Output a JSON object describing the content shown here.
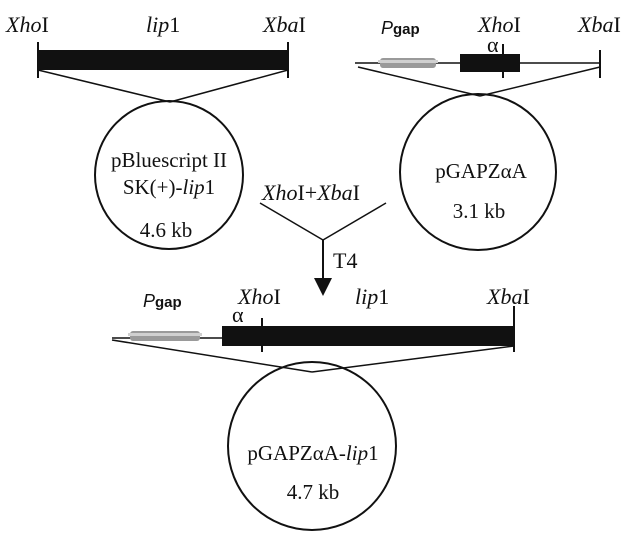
{
  "colors": {
    "ink": "#111111",
    "gray_feature": "#9a9a9a",
    "background": "#ffffff"
  },
  "top_left": {
    "site_left": "XhoI",
    "site_left_ital": "Xho",
    "site_left_rom": "I",
    "gene": "lip1",
    "gene_ital": "lip",
    "gene_rom": "1",
    "site_right_ital": "Xba",
    "site_right_rom": "I"
  },
  "top_right": {
    "promoter_ital": "P",
    "promoter_rest": "gap",
    "alpha": "α",
    "site_left_ital": "Xho",
    "site_left_rom": "I",
    "site_right_ital": "Xba",
    "site_right_rom": "I"
  },
  "plasmid_left": {
    "line1": "pBluescript II",
    "line2_rom": "SK(+)-",
    "line2_ital": "lip",
    "line2_end": "1",
    "size": "4.6 kb"
  },
  "plasmid_right": {
    "name": "pGAPZαA",
    "size": "3.1 kb"
  },
  "digest": {
    "a_ital": "Xho",
    "a_rom": "I+",
    "b_ital": "Xba",
    "b_rom": "I"
  },
  "ligation": "T4",
  "bottom": {
    "promoter_ital": "P",
    "promoter_rest": "gap",
    "alpha": "α",
    "site_left_ital": "Xho",
    "site_left_rom": "I",
    "gene_ital": "lip",
    "gene_rom": "1",
    "site_right_ital": "Xba",
    "site_right_rom": "I"
  },
  "plasmid_bottom": {
    "name_rom": "pGAPZαA-",
    "name_ital": "lip",
    "name_end": "1",
    "size": "4.7 kb"
  }
}
